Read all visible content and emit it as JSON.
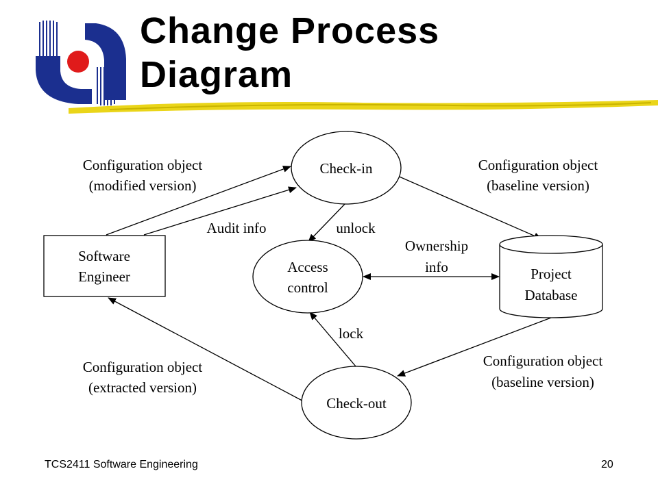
{
  "slide": {
    "title_line1": "Change Process",
    "title_line2": "Diagram",
    "footer_left": "TCS2411 Software Engineering",
    "page_number": "20"
  },
  "colors": {
    "logo_blue": "#1b2f8f",
    "logo_red": "#e01b1b",
    "underline_yellow": "#e8d000"
  },
  "diagram": {
    "nodes": {
      "software_engineer": {
        "line1": "Software",
        "line2": "Engineer"
      },
      "check_in": {
        "label": "Check-in"
      },
      "access_control": {
        "line1": "Access",
        "line2": "control"
      },
      "project_database": {
        "line1": "Project",
        "line2": "Database"
      },
      "check_out": {
        "label": "Check-out"
      }
    },
    "edge_labels": {
      "config_modified_line1": "Configuration object",
      "config_modified_line2": "(modified version)",
      "config_baseline_in_line1": "Configuration object",
      "config_baseline_in_line2": "(baseline version)",
      "audit_info": "Audit info",
      "unlock": "unlock",
      "ownership_line1": "Ownership",
      "ownership_line2": "info",
      "lock": "lock",
      "config_extracted_line1": "Configuration object",
      "config_extracted_line2": "(extracted version)",
      "config_baseline_out_line1": "Configuration object",
      "config_baseline_out_line2": "(baseline version)"
    }
  }
}
